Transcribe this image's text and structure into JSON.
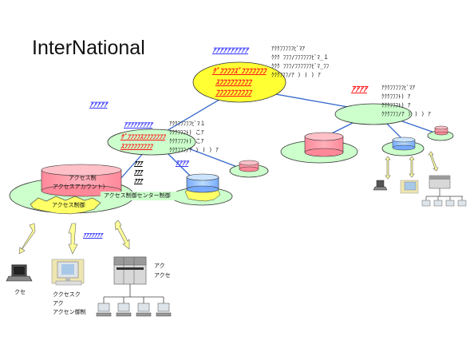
{
  "title": "InterNational",
  "top_node": {
    "heading": "ｱｱｱｱｱｱｱｱｱｱ",
    "center_lines": [
      "ｸﾞﾌﾌﾌﾌｽﾞﾌﾌﾌﾌﾌﾌﾌ",
      "ｽﾌﾌﾌﾌﾌﾌﾌﾌﾌ",
      "ﾌﾌﾌﾌﾌﾌﾌﾌﾌﾌ"
    ],
    "notes": [
      "ｱｸｸﾌﾌﾌﾌﾌﾋﾞﾏｱ",
      "ｸｸｸ ﾌﾌﾌ/ﾌﾌﾌﾌﾌﾌﾋﾞﾏ_１",
      "ｸｸｸ ﾌﾌﾌ/ﾌﾌﾌﾌﾌﾌﾋﾞﾏ_ﾌﾌ",
      "ｸｸｸﾌﾌﾌ/ｱ ) ) ) ｱ"
    ]
  },
  "left_node": {
    "side_label": "ｱｱｱｱｱ",
    "heading": "ｱｱｱｱｱｱｱｱｱ",
    "center_lines": [
      "ｸﾞﾌﾌﾌﾌｽﾌﾌﾌﾌﾌﾌﾌ",
      "ｽﾌﾌﾌﾌﾌﾌﾌﾌﾌ"
    ],
    "notes": [
      "ｱｸｸﾌﾌﾌﾌﾌﾋﾞﾏ１",
      "ｸｸｸﾌﾌﾌﾄ) こｱ",
      "ｸｸｸﾌﾌﾌﾄ) こｱ",
      "ｸｸｸﾌﾌﾌ/ｱ ) ) ) ｱ"
    ],
    "stack_labels": [
      "ｱｱｱ",
      "ｱｱｱ",
      "ｱｱｱ"
    ],
    "disk_label": "ｱｱｱｱ"
  },
  "right_node": {
    "heading": "ｱｱｱｱ",
    "notes": [
      "ｱｸｸﾌﾌﾌﾌﾌﾋﾞﾏｱ",
      "ｸｸｸﾌﾌﾌﾄ) ｱ",
      "ｸｸｸﾌﾌﾌﾄ) ｱ",
      "ｸｸｸﾌﾌﾌ/ｱ ) ) ) ｱ"
    ]
  },
  "access_site": {
    "db_line1": "アクセス制",
    "db_line2": "アクセスアカウント)",
    "burst_label": "アクセス制御",
    "side_label": "アクセス制御センター制御",
    "link_label": "ｱｱｱｱｱｱｱ"
  },
  "devices": {
    "laptop_label": "クセ",
    "desktop_lines": [
      "ククセスク",
      "アク",
      "アクセン御制"
    ],
    "server_lines": [
      "アク",
      "アクセ"
    ]
  },
  "colors": {
    "top_ellipse": "#ffff33",
    "green_ellipse": "#ccffcc",
    "pink_disk": "#ff99aa",
    "blue_disk": "#99ccff",
    "burst": "#ffff66",
    "line_blue": "#3366cc",
    "arrow": "#ffff99"
  }
}
